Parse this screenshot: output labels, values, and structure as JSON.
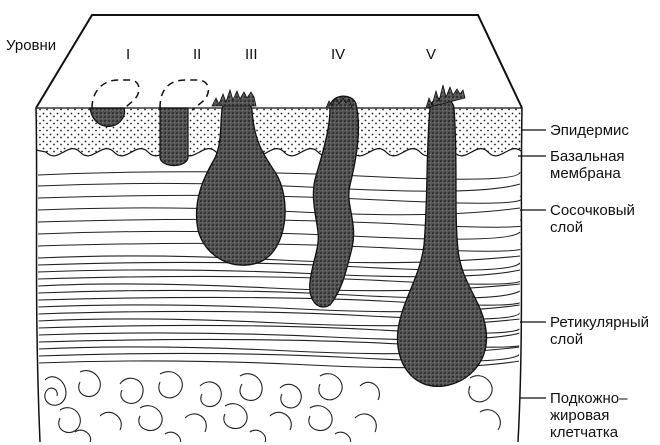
{
  "title": "Уровни",
  "levels": [
    "I",
    "II",
    "III",
    "IV",
    "V"
  ],
  "layers": {
    "epidermis": "Эпидермис",
    "basal_membrane": [
      "Базальная",
      "мембрана"
    ],
    "papillary": [
      "Сосочковый",
      "слой"
    ],
    "reticular": [
      "Ретикулярный",
      "слой"
    ],
    "subcutaneous": [
      "Подкожно–",
      "жировая",
      "клетчатка"
    ]
  }
}
